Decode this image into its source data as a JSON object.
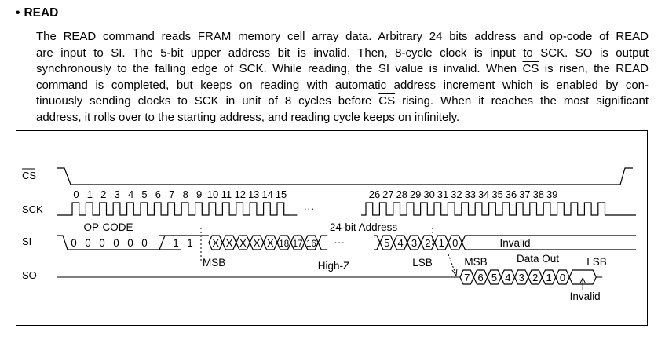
{
  "heading": {
    "bullet": "•",
    "title": "READ"
  },
  "paragraph_lines": [
    [
      "The READ command reads FRAM memory cell array data. Arbitrary 24 bits address and op-code of READ"
    ],
    [
      "are input to SI. The 5-bit upper address bit is invalid. Then, 8-cycle clock is input to SCK. SO is output"
    ],
    [
      "synchronously to the falling edge of SCK. While reading, the SI value is invalid. When ",
      {
        "overline": "CS"
      },
      " is risen, the READ"
    ],
    [
      "command is completed, but keeps on reading with automatic address increment which is enabled by con-"
    ],
    [
      "tinuously sending clocks to SCK in unit of 8 cycles before ",
      {
        "overline": "CS"
      },
      " rising. When it reaches the most significant"
    ],
    [
      "address, it rolls over to the starting address, and reading cycle keeps on infinitely."
    ]
  ],
  "diagram": {
    "signals": {
      "cs": "CS",
      "sck": "SCK",
      "si": "SI",
      "so": "SO"
    },
    "clock_numbers_a": [
      "0",
      "1",
      "2",
      "3",
      "4",
      "5",
      "6",
      "7",
      "8",
      "9",
      "10",
      "11",
      "12",
      "13",
      "14",
      "15"
    ],
    "clock_numbers_b": [
      "26",
      "27",
      "28",
      "29",
      "30",
      "31",
      "32",
      "33",
      "34",
      "35",
      "36",
      "37",
      "38",
      "39"
    ],
    "ellipsis": "···",
    "opcode_label": "OP-CODE",
    "opcode_bits": [
      "0",
      "0",
      "0",
      "0",
      "0",
      "0",
      "1",
      "1"
    ],
    "address_label": "24-bit Address",
    "address_bits_a": [
      "X",
      "X",
      "X",
      "X",
      "X",
      "18",
      "17",
      "16"
    ],
    "address_bits_b": [
      "5",
      "4",
      "3",
      "2",
      "1",
      "0"
    ],
    "si_invalid": "Invalid",
    "msb_in": "MSB",
    "lsb_in": "LSB",
    "high_z": "High-Z",
    "msb_out": "MSB",
    "data_out": "Data Out",
    "lsb_out": "LSB",
    "data_bits": [
      "7",
      "6",
      "5",
      "4",
      "3",
      "2",
      "1",
      "0"
    ],
    "so_invalid": "Invalid"
  }
}
